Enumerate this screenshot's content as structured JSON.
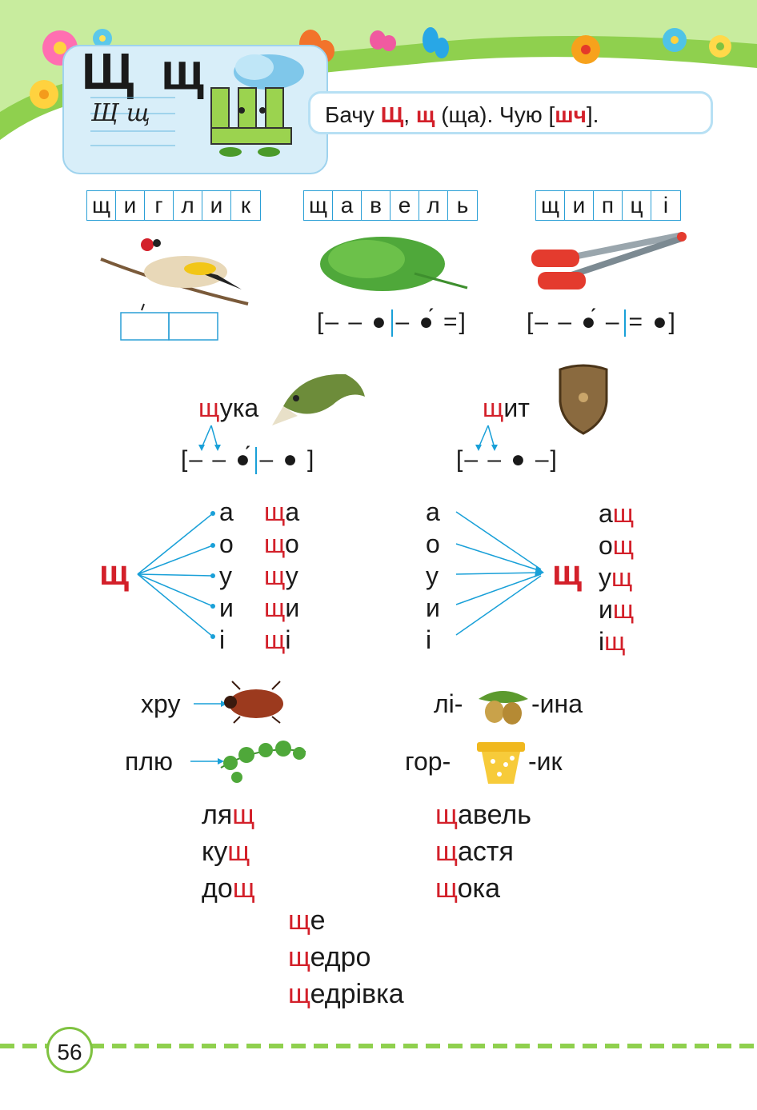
{
  "header": {
    "big_letters": "Щ щ",
    "cursive": "Щ щ",
    "phrase_part1": "Бачу ",
    "phrase_letter_upper": "Щ",
    "phrase_comma": ", ",
    "phrase_letter_lower": "щ",
    "phrase_part2": " (ща). Чую [",
    "phrase_sound": "шч",
    "phrase_part3": "]."
  },
  "grids": [
    {
      "letters": [
        "щ",
        "и",
        "г",
        "л",
        "и",
        "к"
      ]
    },
    {
      "letters": [
        "щ",
        "а",
        "в",
        "е",
        "л",
        "ь"
      ]
    },
    {
      "letters": [
        "щ",
        "и",
        "п",
        "ц",
        "і"
      ]
    }
  ],
  "schemes": {
    "sorrel_a": "[– – ●",
    "sorrel_b": "– ●́ =]",
    "tongs_a": "[– – ●́ –",
    "tongs_b": "= ●]",
    "pike_a": "[– – ●́",
    "pike_b": "– ● ]",
    "shield": "[– – ● –]"
  },
  "words": {
    "pike_q": "щ",
    "pike_rest": "ука",
    "shield_q": "щ",
    "shield_rest": "ит"
  },
  "syllables": {
    "q": "щ",
    "vowels": [
      "а",
      "о",
      "у",
      "и",
      "і"
    ],
    "forward_rest": [
      "а",
      "о",
      "у",
      "и",
      "і"
    ],
    "backward_rest": [
      "а",
      "о",
      "у",
      "и",
      "і"
    ]
  },
  "puzzles": {
    "khru": "хру",
    "plyu": "плю",
    "li": "лі-",
    "ina": "-ина",
    "hor": "гор-",
    "ik": "-ик"
  },
  "list_left": [
    {
      "a": "ля",
      "b": "щ"
    },
    {
      "a": "ку",
      "b": "щ"
    },
    {
      "a": "до",
      "b": "щ"
    }
  ],
  "list_right": [
    {
      "a": "щ",
      "b": "авель"
    },
    {
      "a": "щ",
      "b": "астя"
    },
    {
      "a": "щ",
      "b": "ока"
    }
  ],
  "list_bottom": [
    {
      "a": "щ",
      "b": "е"
    },
    {
      "a": "щ",
      "b": "едро"
    },
    {
      "a": "щ",
      "b": "едрівка"
    }
  ],
  "page_number": "56",
  "colors": {
    "accent_red": "#d3202a",
    "accent_blue": "#19a0d8",
    "green": "#7fc241"
  }
}
